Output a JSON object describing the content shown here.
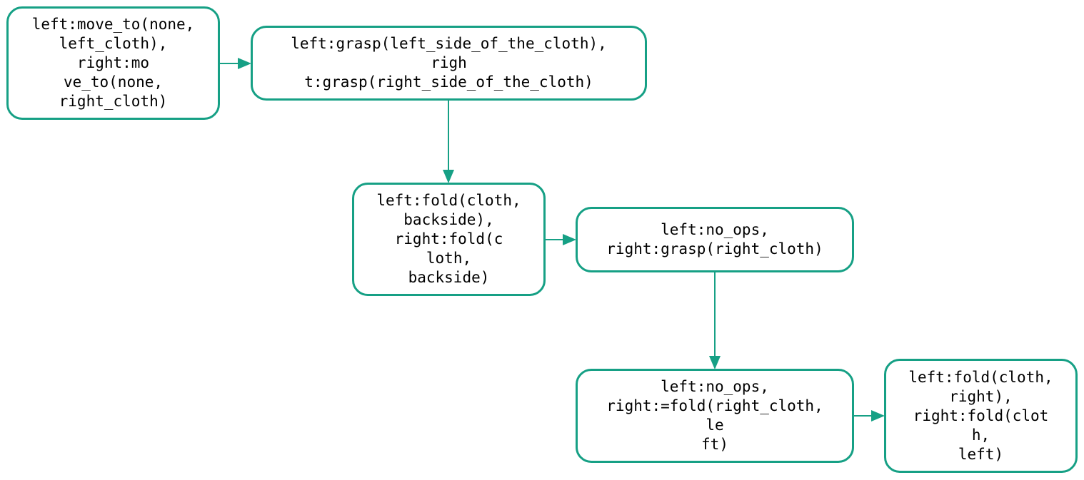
{
  "diagram": {
    "edge_color": "#16a085",
    "node_border_color": "#16a085",
    "background": "#ffffff",
    "nodes": [
      {
        "id": "n1",
        "lines": [
          "left:move_to(none,",
          "left_cloth),",
          "right:mo",
          "ve_to(none,",
          "right_cloth)"
        ]
      },
      {
        "id": "n2",
        "lines": [
          "left:grasp(left_side_of_the_cloth),",
          "righ",
          "t:grasp(right_side_of_the_cloth)"
        ]
      },
      {
        "id": "n3",
        "lines": [
          "left:fold(cloth,",
          "backside),",
          "right:fold(c",
          "loth,",
          "backside)"
        ]
      },
      {
        "id": "n4",
        "lines": [
          "left:no_ops,",
          "right:grasp(right_cloth)"
        ]
      },
      {
        "id": "n5",
        "lines": [
          "left:no_ops,",
          "right:=fold(right_cloth,",
          "le",
          "ft)"
        ]
      },
      {
        "id": "n6",
        "lines": [
          "left:fold(cloth,",
          "right),",
          "right:fold(clot",
          "h,",
          "left)"
        ]
      }
    ],
    "edges": [
      {
        "from": "n1",
        "to": "n2"
      },
      {
        "from": "n2",
        "to": "n3"
      },
      {
        "from": "n3",
        "to": "n4"
      },
      {
        "from": "n4",
        "to": "n5"
      },
      {
        "from": "n5",
        "to": "n6"
      }
    ]
  }
}
